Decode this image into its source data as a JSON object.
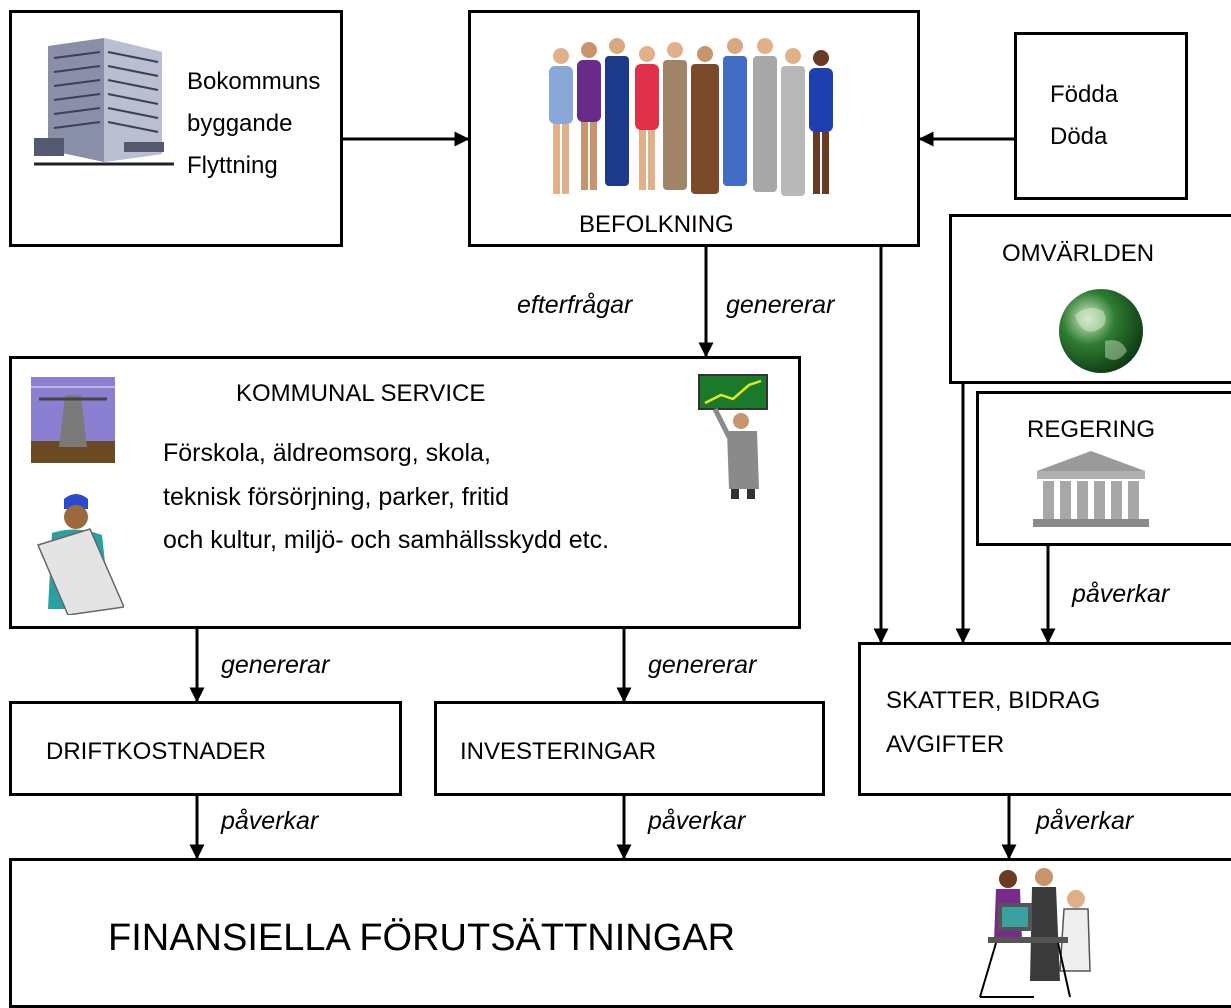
{
  "bokommun": {
    "lines": [
      "Bokommuns",
      "byggande",
      "Flyttning"
    ]
  },
  "befolkning": {
    "title": "BEFOLKNING"
  },
  "fodda": {
    "lines": [
      "Födda",
      "Döda"
    ]
  },
  "omvarlden": {
    "title": "OMVÄRLDEN"
  },
  "regering": {
    "title": "REGERING"
  },
  "kommunal": {
    "title": "KOMMUNAL  SERVICE",
    "lines": [
      "Förskola, äldreomsorg, skola,",
      "teknisk försörjning, parker, fritid",
      "och kultur, miljö- och samhällsskydd etc."
    ]
  },
  "skatter": {
    "lines": [
      "SKATTER, BIDRAG",
      "AVGIFTER"
    ]
  },
  "drift": {
    "title": "DRIFTKOSTNADER"
  },
  "invest": {
    "title": "INVESTERINGAR"
  },
  "finans": {
    "title": "FINANSIELLA FÖRUTSÄTTNINGAR"
  },
  "edges": {
    "efterfragar": "efterfrågar",
    "genererar_1": "genererar",
    "genererar_2": "genererar",
    "genererar_3": "genererar",
    "paverkar_reg": "påverkar",
    "paverkar_1": "påverkar",
    "paverkar_2": "påverkar",
    "paverkar_3": "påverkar"
  },
  "icons": [
    "office-building-icon",
    "people-group-icon",
    "globe-icon",
    "government-building-icon",
    "power-pylon-icon",
    "construction-worker-icon",
    "presenter-chart-icon",
    "computer-workers-icon"
  ],
  "colors": {
    "stroke": "#000000",
    "globe": "#2e7d32"
  }
}
